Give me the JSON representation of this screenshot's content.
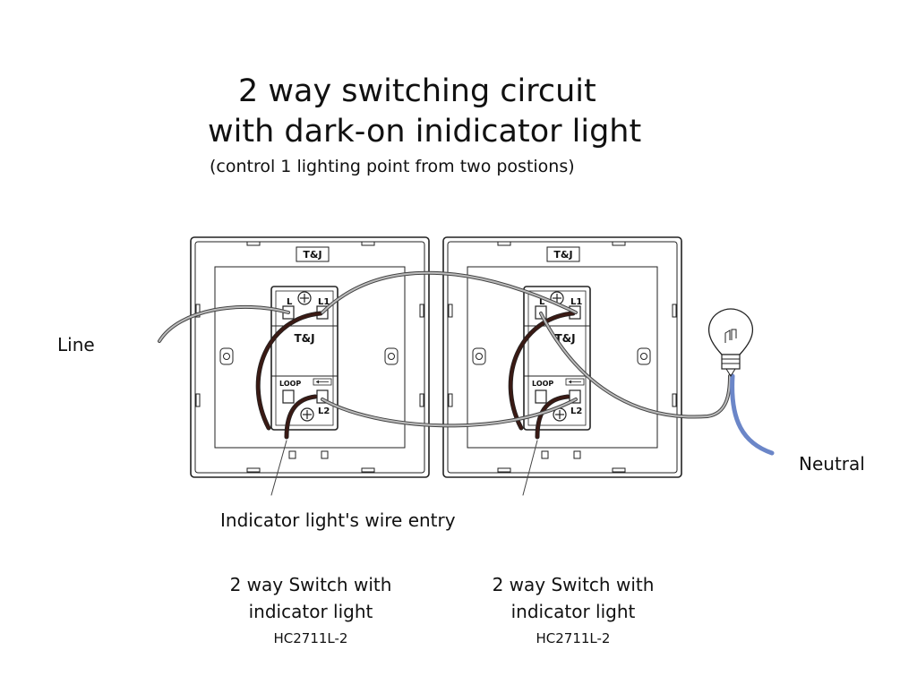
{
  "title_line1": "2 way switching circuit",
  "title_line2": "with dark-on inidicator light",
  "subtitle": "(control 1 lighting point from two postions)",
  "labels": {
    "line": "Line",
    "neutral": "Neutral",
    "indicator_entry": "Indicator light's wire entry"
  },
  "switches": [
    {
      "name_line1": "2 way Switch with",
      "name_line2": "indicator light",
      "model": "HC2711L-2",
      "brand_top": "T&J",
      "brand_mid": "T&J",
      "terminal_L": "L",
      "terminal_L1": "L1",
      "terminal_L2": "L2",
      "loop": "LOOP"
    },
    {
      "name_line1": "2 way Switch with",
      "name_line2": "indicator light",
      "model": "HC2711L-2",
      "brand_top": "T&J",
      "brand_mid": "T&J",
      "terminal_L": "L",
      "terminal_L1": "L1",
      "terminal_L2": "L2",
      "loop": "LOOP"
    }
  ],
  "colors": {
    "wire_gray": "#777777",
    "wire_brown": "#3a1a14",
    "wire_neutral_blue": "#6b86c8",
    "outline": "#222222"
  }
}
